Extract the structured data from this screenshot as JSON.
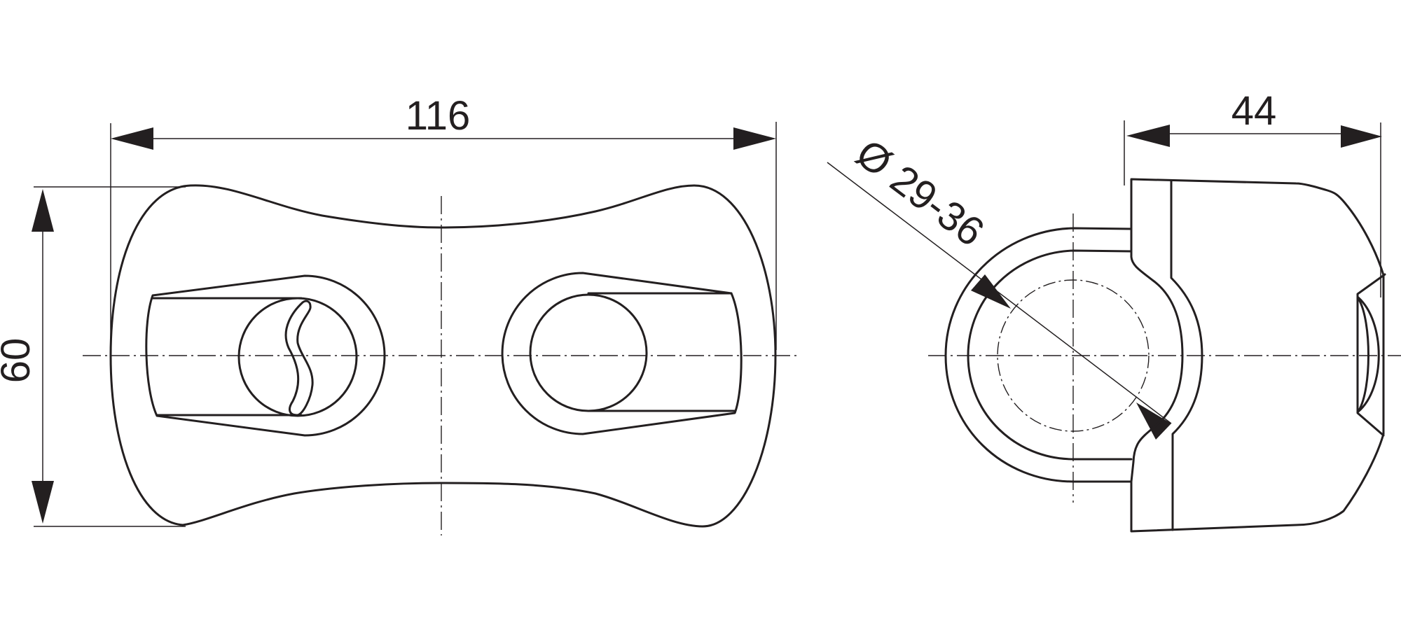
{
  "drawing": {
    "title": "Technical drawing – cable clamp / grip, front and side views",
    "line_color": "#231f20",
    "background": "#ffffff",
    "views": [
      {
        "id": "front-view",
        "description": "Front elevation with two cable entry openings"
      },
      {
        "id": "side-view",
        "description": "Side elevation showing clamping bore"
      }
    ],
    "dimensions": {
      "width": {
        "label": "116",
        "value": 116,
        "orientation": "horizontal"
      },
      "height": {
        "label": "60",
        "value": 60,
        "orientation": "vertical"
      },
      "depth": {
        "label": "44",
        "value": 44,
        "orientation": "horizontal"
      },
      "bore_diameter": {
        "label": "Ø 29-36",
        "symbol": "Ø",
        "range": "29-36",
        "min": 29,
        "max": 36,
        "orientation": "diagonal"
      }
    }
  }
}
